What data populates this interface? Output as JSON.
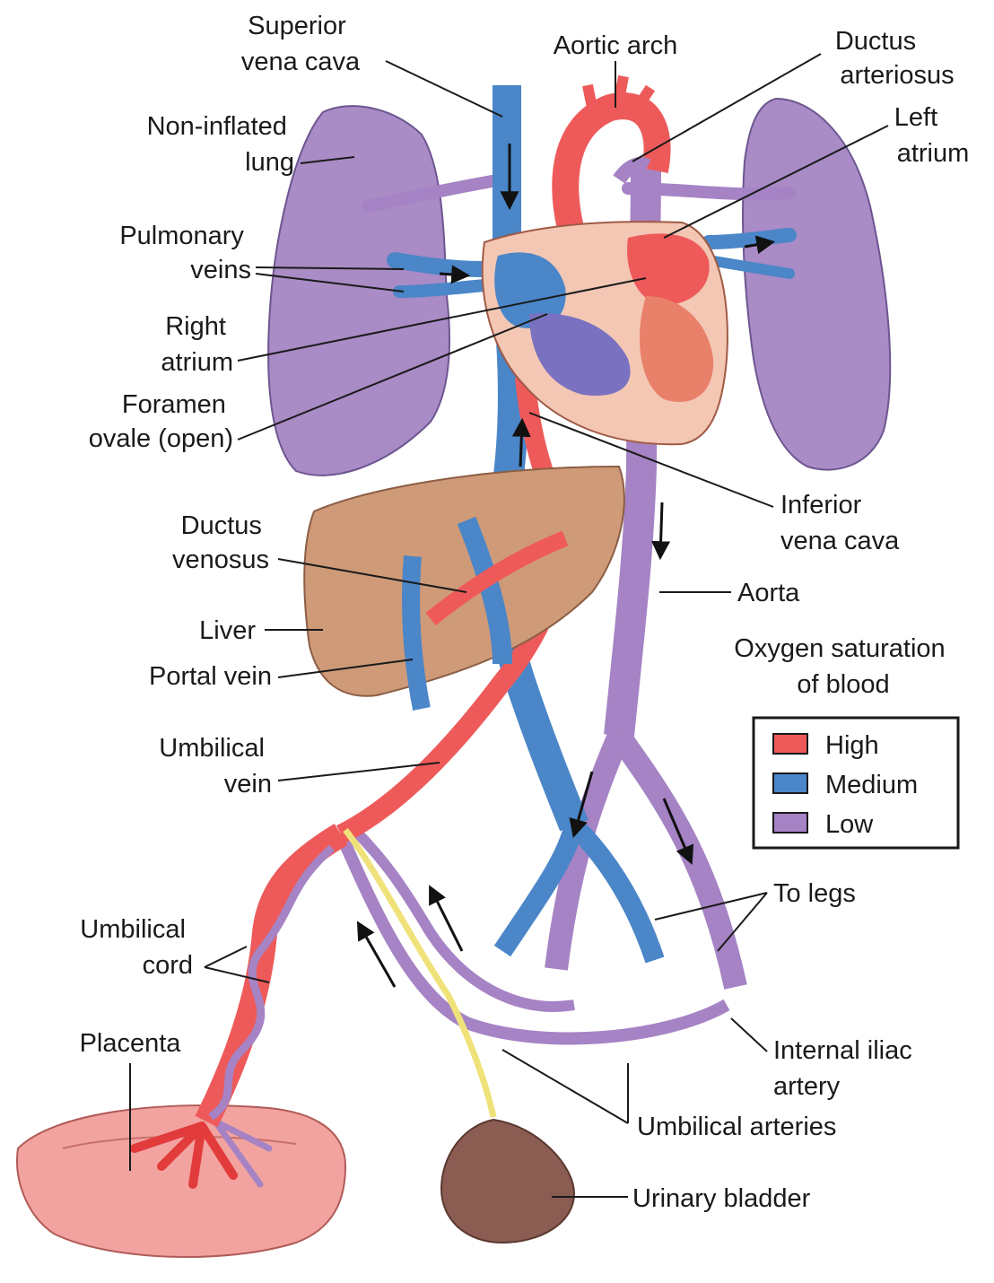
{
  "labels": {
    "superior_vena_cava": [
      "Superior",
      "vena cava"
    ],
    "aortic_arch": [
      "Aortic arch"
    ],
    "ductus_arteriosus": [
      "Ductus",
      "arteriosus"
    ],
    "left_atrium": [
      "Left",
      "atrium"
    ],
    "non_inflated_lung": [
      "Non-inflated",
      "lung"
    ],
    "pulmonary_veins": [
      "Pulmonary",
      "veins"
    ],
    "right_atrium": [
      "Right",
      "atrium"
    ],
    "foramen_ovale": [
      "Foramen",
      "ovale (open)"
    ],
    "inferior_vena_cava": [
      "Inferior",
      "vena cava"
    ],
    "ductus_venosus": [
      "Ductus",
      "venosus"
    ],
    "aorta": [
      "Aorta"
    ],
    "liver": [
      "Liver"
    ],
    "portal_vein": [
      "Portal vein"
    ],
    "oxygen_saturation": [
      "Oxygen saturation",
      "of blood"
    ],
    "umbilical_vein": [
      "Umbilical",
      "vein"
    ],
    "to_legs": [
      "To legs"
    ],
    "umbilical_cord": [
      "Umbilical",
      "cord"
    ],
    "placenta": [
      "Placenta"
    ],
    "internal_iliac_artery": [
      "Internal iliac",
      "artery"
    ],
    "umbilical_arteries": [
      "Umbilical arteries"
    ],
    "urinary_bladder": [
      "Urinary bladder"
    ]
  },
  "legend": {
    "items": [
      {
        "label": "High",
        "color": "#ee5a5a"
      },
      {
        "label": "Medium",
        "color": "#4a86c8"
      },
      {
        "label": "Low",
        "color": "#a583c4"
      }
    ]
  },
  "colors": {
    "high": "#ee5a5a",
    "medium": "#4a86c8",
    "low": "#a583c4",
    "lung": "#a98bc6",
    "liver": "#cf9a78",
    "heart": "#f3c7b4",
    "placenta": "#f2a3a0",
    "bladder": "#8a5c52",
    "cord_duct": "#f0e27a"
  }
}
